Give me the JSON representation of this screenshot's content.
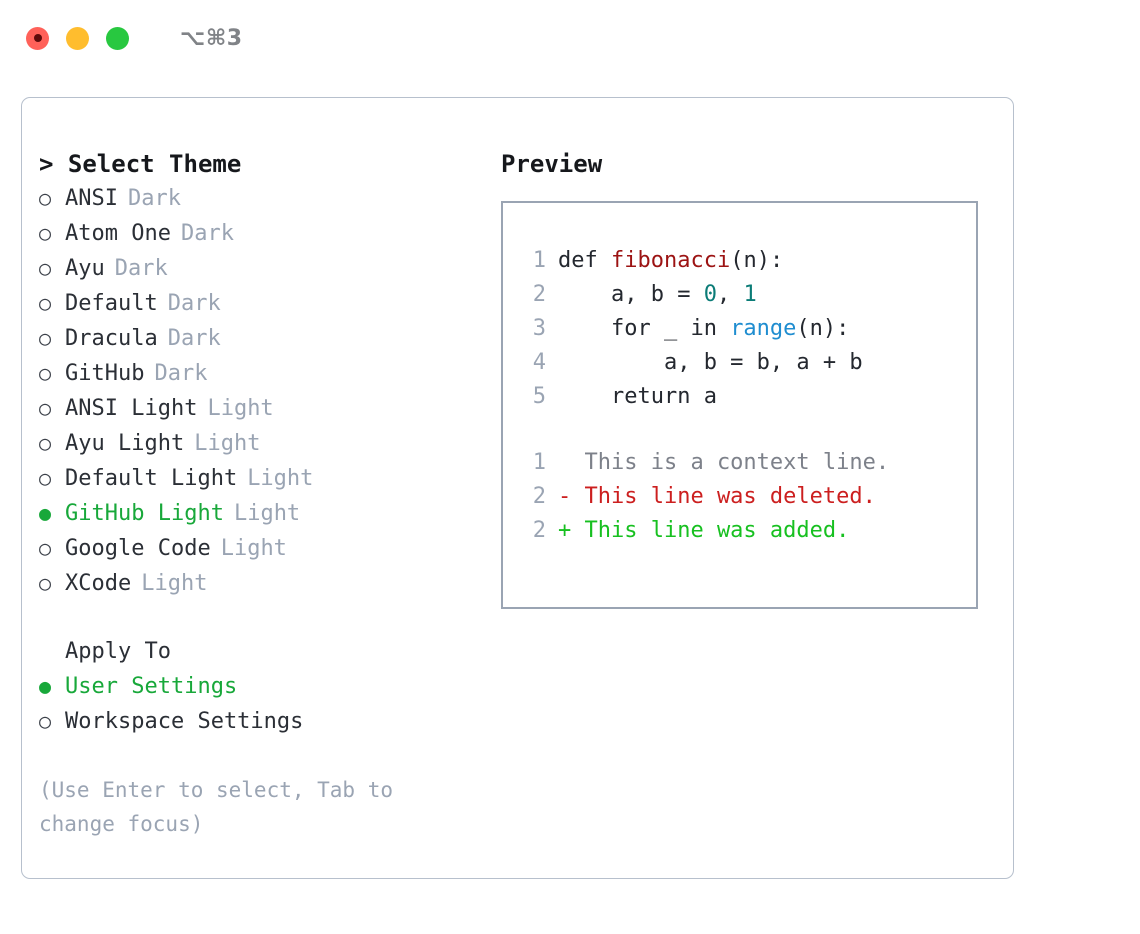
{
  "window": {
    "shortcut": "⌥⌘3",
    "traffic_lights": [
      {
        "name": "close",
        "color": "#ff6159"
      },
      {
        "name": "minimize",
        "color": "#ffbd2e"
      },
      {
        "name": "maximize",
        "color": "#28c840"
      }
    ]
  },
  "theme_picker": {
    "header": "> Select Theme",
    "selected_glyph": "●",
    "unselected_glyph": "○",
    "items": [
      {
        "name": "ANSI",
        "tag": "Dark",
        "selected": false
      },
      {
        "name": "Atom One",
        "tag": "Dark",
        "selected": false
      },
      {
        "name": "Ayu",
        "tag": "Dark",
        "selected": false
      },
      {
        "name": "Default",
        "tag": "Dark",
        "selected": false
      },
      {
        "name": "Dracula",
        "tag": "Dark",
        "selected": false
      },
      {
        "name": "GitHub",
        "tag": "Dark",
        "selected": false
      },
      {
        "name": "ANSI Light",
        "tag": "Light",
        "selected": false
      },
      {
        "name": "Ayu Light",
        "tag": "Light",
        "selected": false
      },
      {
        "name": "Default Light",
        "tag": "Light",
        "selected": false
      },
      {
        "name": "GitHub Light",
        "tag": "Light",
        "selected": true
      },
      {
        "name": "Google Code",
        "tag": "Light",
        "selected": false
      },
      {
        "name": "XCode",
        "tag": "Light",
        "selected": false
      }
    ]
  },
  "apply_to": {
    "header": "Apply To",
    "options": [
      {
        "name": "User Settings",
        "selected": true
      },
      {
        "name": "Workspace Settings",
        "selected": false
      }
    ]
  },
  "hint": "(Use Enter to select, Tab to change focus)",
  "preview": {
    "title": "Preview",
    "code_lines": [
      {
        "num": "1",
        "spans": [
          {
            "text": "def ",
            "cls": "ctext"
          },
          {
            "text": "fibonacci",
            "cls": "tok-fn"
          },
          {
            "text": "(n):",
            "cls": "ctext"
          }
        ]
      },
      {
        "num": "2",
        "spans": [
          {
            "text": "    a, b = ",
            "cls": "ctext"
          },
          {
            "text": "0",
            "cls": "tok-num"
          },
          {
            "text": ", ",
            "cls": "ctext"
          },
          {
            "text": "1",
            "cls": "tok-num"
          }
        ]
      },
      {
        "num": "3",
        "spans": [
          {
            "text": "    for _ in ",
            "cls": "ctext"
          },
          {
            "text": "range",
            "cls": "tok-call"
          },
          {
            "text": "(n):",
            "cls": "ctext"
          }
        ]
      },
      {
        "num": "4",
        "spans": [
          {
            "text": "        a, b = b, a + b",
            "cls": "ctext"
          }
        ]
      },
      {
        "num": "5",
        "spans": [
          {
            "text": "    return a",
            "cls": "ctext"
          }
        ]
      }
    ],
    "diff_lines": [
      {
        "num": "1",
        "text": "  This is a context line.",
        "cls": "diff-context"
      },
      {
        "num": "2",
        "text": "- This line was deleted.",
        "cls": "diff-del"
      },
      {
        "num": "2",
        "text": "+ This line was added.",
        "cls": "diff-add"
      }
    ]
  },
  "colors": {
    "accent_green": "#18a83a",
    "muted": "#9aa4b3",
    "text": "#2b2f36",
    "border": "#b7c0cd",
    "code_border": "#9aa4b3",
    "fn": "#9c1313",
    "num": "#0b7c77",
    "call": "#1f8dd0",
    "diff_add": "#17c020",
    "diff_del": "#cc1f1f"
  }
}
